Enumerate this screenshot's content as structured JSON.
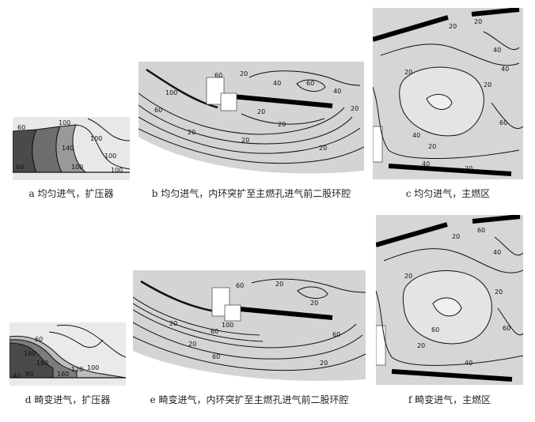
{
  "figure": {
    "panels": [
      {
        "id": "a",
        "caption": "a  均匀进气，扩压器",
        "contour_labels": [
          "60",
          "100",
          "100",
          "100",
          "100",
          "140",
          "60",
          "100"
        ]
      },
      {
        "id": "b",
        "caption": "b  均匀进气，内环突扩至主燃孔进气前二股环腔",
        "contour_labels": [
          "100",
          "60",
          "20",
          "60",
          "20",
          "40",
          "60",
          "40",
          "20",
          "20",
          "20",
          "20",
          "20"
        ]
      },
      {
        "id": "c",
        "caption": "c  均匀进气，主燃区",
        "contour_labels": [
          "20",
          "20",
          "40",
          "40",
          "20",
          "20",
          "60",
          "40",
          "20",
          "20",
          "40"
        ]
      },
      {
        "id": "d",
        "caption": "d  畸变进气，扩压器",
        "contour_labels": [
          "60",
          "160",
          "160",
          "120",
          "100",
          "40",
          "160",
          "80"
        ]
      },
      {
        "id": "e",
        "caption": "e  畸变进气，内环突扩至主燃孔进气前二股环腔",
        "contour_labels": [
          "20",
          "20",
          "60",
          "100",
          "60",
          "20",
          "20",
          "60",
          "60",
          "20"
        ]
      },
      {
        "id": "f",
        "caption": "f  畸变进气，主燃区",
        "contour_labels": [
          "60",
          "40",
          "20",
          "20",
          "20",
          "20",
          "40",
          "60",
          "60"
        ]
      }
    ]
  }
}
